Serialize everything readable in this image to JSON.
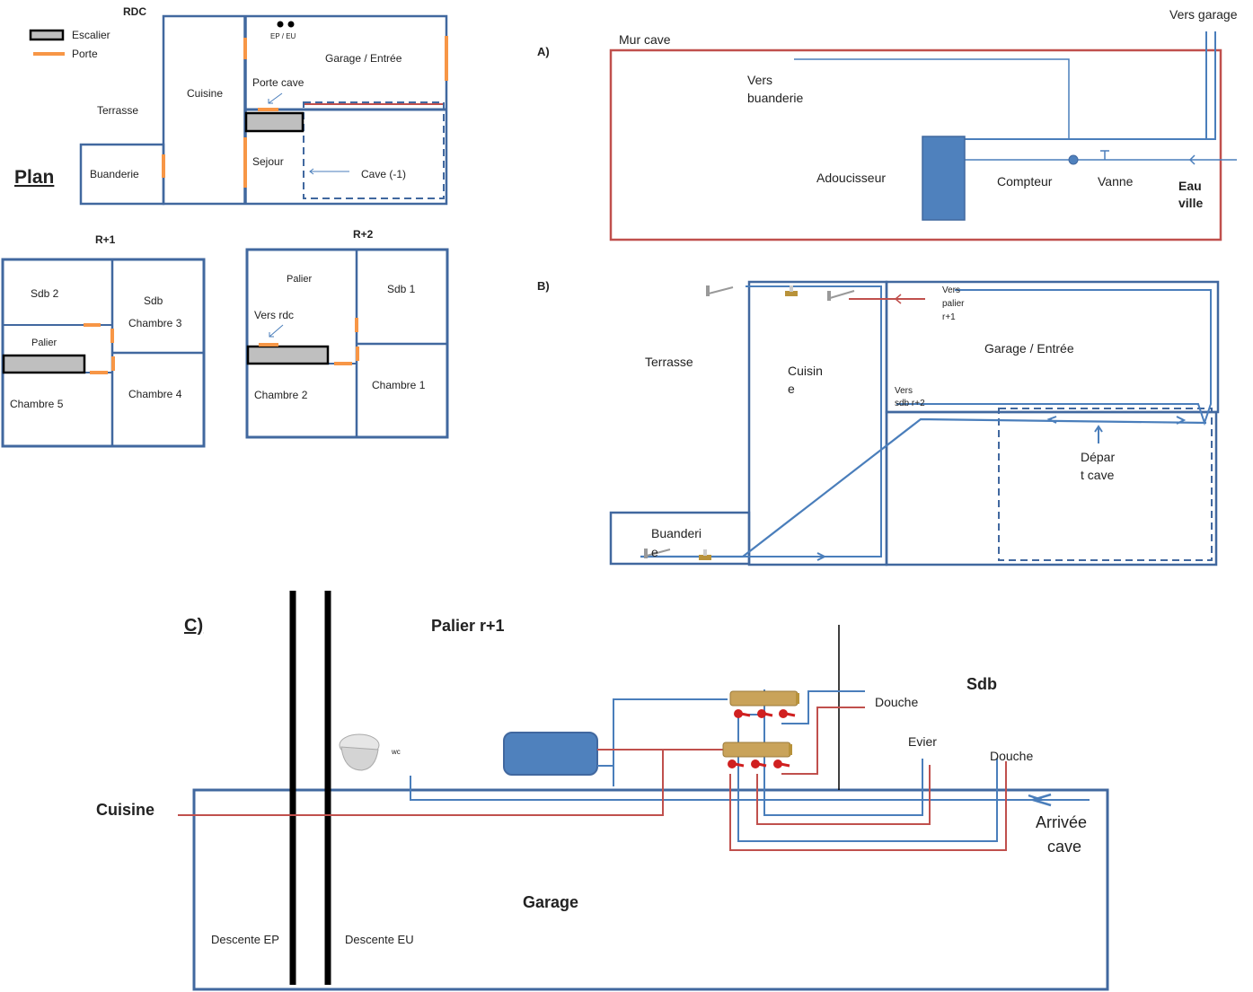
{
  "plan": {
    "title": "Plan",
    "legend": [
      {
        "symbol": "stair-swatch",
        "label": "Escalier"
      },
      {
        "symbol": "door-swatch",
        "label": "Porte"
      }
    ],
    "rdc": {
      "title": "RDC",
      "rooms": [
        "Terrasse",
        "Cuisine",
        "Buanderie",
        "Garage / Entrée",
        "Porte cave",
        "Sejour",
        "Cave (-1)"
      ],
      "ep_eu": "EP / EU"
    },
    "r1": {
      "title": "R+1",
      "rooms": [
        "Sdb 2",
        "Sdb",
        "Chambre 3",
        "Palier",
        "Chambre 5",
        "Chambre 4"
      ]
    },
    "r2": {
      "title": "R+2",
      "rooms": [
        "Palier",
        "Sdb 1",
        "Vers rdc",
        "Chambre 2",
        "Chambre 1"
      ]
    }
  },
  "section_a": {
    "label": "A)",
    "wall": "Mur cave",
    "vers_garage": "Vers garage",
    "vers_buanderie": [
      "Vers",
      "buanderie"
    ],
    "adoucisseur": "Adoucisseur",
    "compteur": "Compteur",
    "vanne": "Vanne",
    "eau_ville": [
      "Eau",
      "ville"
    ]
  },
  "section_b": {
    "label": "B)",
    "terrasse": "Terrasse",
    "cuisine": [
      "Cuisin",
      "e"
    ],
    "garage": "Garage / Entrée",
    "vers_palier": [
      "Vers",
      "palier",
      "r+1"
    ],
    "vers_sdb": [
      "Vers",
      "sdb r+2"
    ],
    "depart_cave": [
      "Dépar",
      "t cave"
    ],
    "buanderie": [
      "Buanderi",
      "e"
    ]
  },
  "section_c": {
    "label": "C)",
    "palier": "Palier r+1",
    "sdb": "Sdb",
    "wc": "wc",
    "douche_top": "Douche",
    "evier": "Evier",
    "douche": "Douche",
    "cuisine": "Cuisine",
    "arrivee": [
      "Arrivée",
      "cave"
    ],
    "garage": "Garage",
    "descente_ep": "Descente EP",
    "descente_eu": "Descente EU"
  },
  "colors": {
    "wall": "#41689f",
    "door": "#f79646",
    "cold_pipe": "#4a7ebb",
    "hot_pipe": "#c0504d",
    "mur_cave": "#c0504d",
    "equipment": "#4f81bd"
  }
}
